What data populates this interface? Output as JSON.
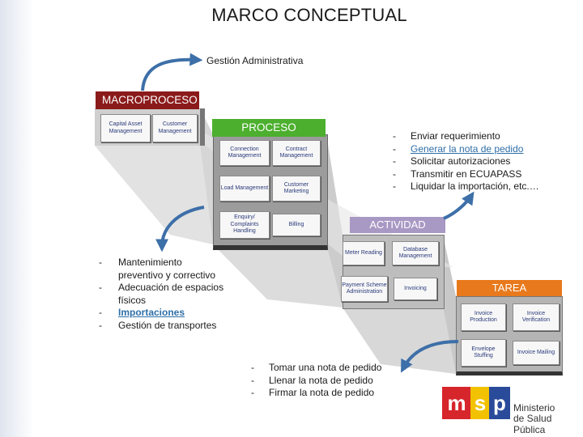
{
  "title": "MARCO CONCEPTUAL",
  "subtitle": "Gestión Administrativa",
  "levels": {
    "macroproceso": "MACROPROCESO",
    "proceso": "PROCESO",
    "actividad": "ACTIVIDAD",
    "tarea": "TAREA"
  },
  "macro_boxes": [
    "Capital Asset Management",
    "Customer Management"
  ],
  "proceso_boxes": [
    "Connection Management",
    "Contract Management",
    "Load Management",
    "Customer Marketing",
    "Enquiry/ Complaints Handling",
    "Billing"
  ],
  "actividad_boxes": [
    "Meter Reading",
    "Database Management",
    "Payment Scheme Administration",
    "Invoicing"
  ],
  "tarea_boxes": [
    "Invoice Production",
    "Invoice Verification",
    "Envelope Stuffing",
    "Invoice Mailing"
  ],
  "proceso_list": [
    "Enviar requerimiento",
    "Generar la nota de pedido",
    "Solicitar autorizaciones",
    "Transmitir en ECUAPASS",
    "Liquidar la importación, etc.…"
  ],
  "macro_list": [
    "Mantenimiento preventivo y correctivo",
    "Adecuación de espacios físicos",
    "Importaciones",
    "Gestión de transportes"
  ],
  "tarea_list": [
    "Tomar una nota de pedido",
    "Llenar la nota de pedido",
    "Firmar la nota de pedido"
  ],
  "logo": {
    "line1": "Ministerio",
    "line2": "de Salud Pública",
    "letters": [
      "m",
      "s",
      "p"
    ]
  },
  "colors": {
    "macroproceso": "#8b1b1b",
    "proceso": "#4caf2e",
    "actividad": "#a898c4",
    "tarea": "#e8791c",
    "arrows": "#3d6fa8",
    "link": "#2f6fa8"
  }
}
